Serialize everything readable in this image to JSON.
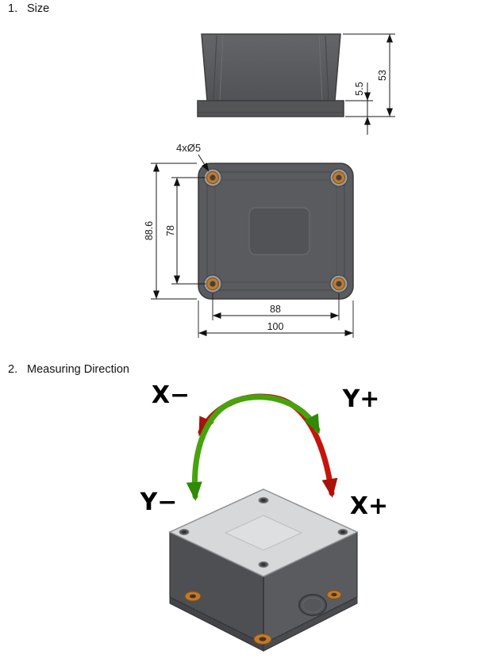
{
  "sections": [
    {
      "number": "1.",
      "title": "Size"
    },
    {
      "number": "2.",
      "title": "Measuring Direction"
    }
  ],
  "size_drawing": {
    "hole_callout": "4xØ5",
    "dim_total_height": "53",
    "dim_flange_height": "5.5",
    "dim_outer_height": "88.6",
    "dim_hole_spacing_vertical": "78",
    "dim_hole_spacing_horizontal": "88",
    "dim_outer_width": "100"
  },
  "measuring_direction": {
    "label_x_minus": "X−",
    "label_y_plus": "Y+",
    "label_y_minus": "Y−",
    "label_x_plus": "X+"
  },
  "colors": {
    "body_gray": "#58595b",
    "top_face_gray": "#d7d8d9",
    "brass": "#c07a2c",
    "arrow_red": "#c4150c",
    "arrow_green": "#46a30c",
    "dimension_line": "#1a1a1a"
  }
}
